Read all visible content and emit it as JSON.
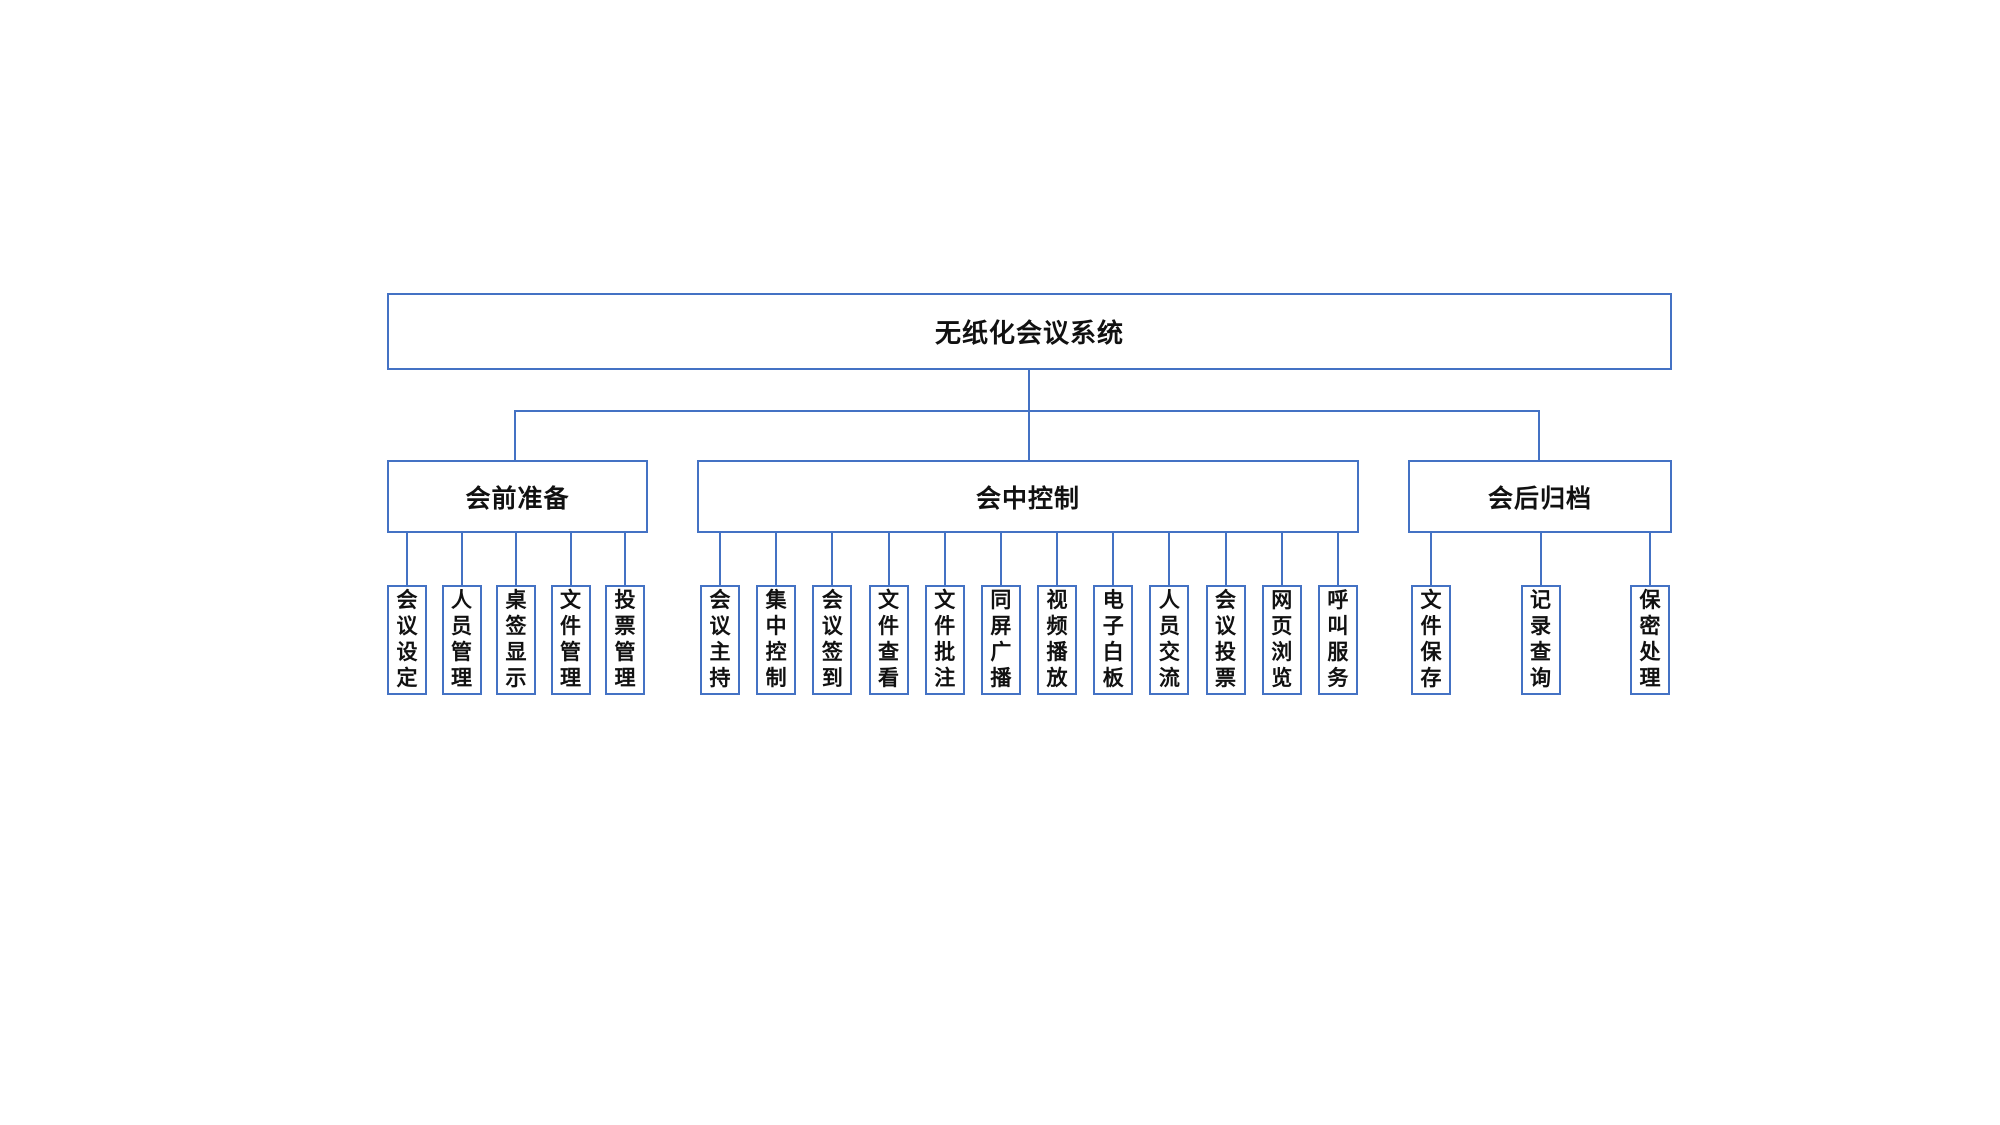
{
  "chart": {
    "type": "org-tree",
    "root": "无纸化会议系统",
    "groups": [
      {
        "label": "会前准备",
        "children": [
          "会议设定",
          "人员管理",
          "桌签显示",
          "文件管理",
          "投票管理"
        ]
      },
      {
        "label": "会中控制",
        "children": [
          "会议主持",
          "集中控制",
          "会议签到",
          "文件查看",
          "文件批注",
          "同屏广播",
          "视频播放",
          "电子白板",
          "人员交流",
          "会议投票",
          "网页浏览",
          "呼叫服务"
        ]
      },
      {
        "label": "会后归档",
        "children": [
          "文件保存",
          "记录查询",
          "保密处理"
        ]
      }
    ],
    "colors": {
      "border": "#4472C4",
      "text": "#111111",
      "background": "#ffffff"
    }
  }
}
